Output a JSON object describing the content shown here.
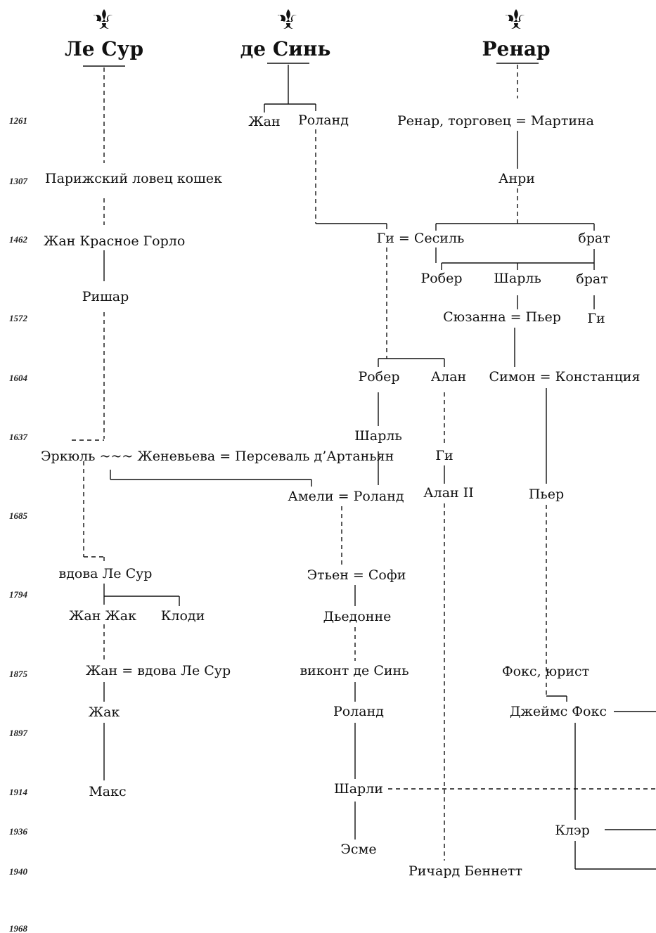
{
  "families": {
    "lesur": "Ле Сур",
    "design": "де Синь",
    "renar": "Ренар"
  },
  "icons": {
    "fleur": "fleur-de-lis-icon"
  },
  "years": [
    "1261",
    "1307",
    "1462",
    "1572",
    "1604",
    "1637",
    "1685",
    "1794",
    "1875",
    "1897",
    "1914",
    "1936",
    "1940",
    "1968"
  ],
  "people": {
    "jean_ds": "Жан",
    "roland_ds": "Роланд",
    "renar_merchant": "Ренар, торговец = Мартина",
    "cat_hunter": "Парижский ловец кошек",
    "henri": "Анри",
    "jean_red_throat": "Жан Красное Горло",
    "guy_cecile": "Ги = Сесиль",
    "brother1": "брат",
    "richard": "Ришар",
    "robert1": "Робер",
    "charles1": "Шарль",
    "brother2": "брат",
    "susanne_pierre": "Сюзанна = Пьер",
    "guy_renar": "Ги",
    "robert2": "Робер",
    "alain": "Алан",
    "simon_constance": "Симон = Констанция",
    "charles2": "Шарль",
    "hercule_line": "Эркюль ~~~ Женевьева = Персеваль д’Артаньян",
    "guy_ds": "Ги",
    "amelie_roland": "Амели = Роланд",
    "alain2": "Алан II",
    "pierre2": "Пьер",
    "widow1": "вдова Ле Сур",
    "etienne_sophie": "Этьен = Софи",
    "jean_jacques": "Жан Жак",
    "claudie": "Клоди",
    "dieudonne": "Дьедонне",
    "jean_widow": "Жан = вдова Ле Сур",
    "vicomte": "виконт де Синь",
    "fox_lawyer": "Фокс, юрист",
    "jacques": "Жак",
    "roland3": "Роланд",
    "james_fox": "Джеймс Фокс",
    "max": "Макс",
    "charlie": "Шарли",
    "claire": "Клэр",
    "esme": "Эсме",
    "richard_bennett": "Ричард Беннетт"
  }
}
